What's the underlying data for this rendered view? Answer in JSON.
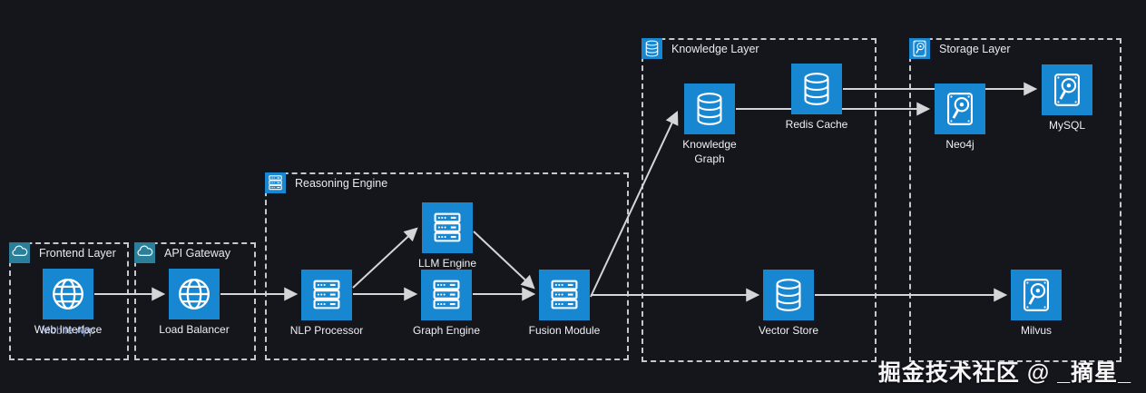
{
  "diagram": {
    "layers": {
      "frontend": {
        "label": "Frontend Layer",
        "icon": "cloud-icon"
      },
      "api": {
        "label": "API Gateway",
        "icon": "cloud-icon"
      },
      "reasoning": {
        "label": "Reasoning Engine",
        "icon": "server-icon"
      },
      "knowledge": {
        "label": "Knowledge Layer",
        "icon": "database-icon"
      },
      "storage": {
        "label": "Storage Layer",
        "icon": "disk-icon"
      }
    },
    "nodes": {
      "web": {
        "label": "Web Interface",
        "overlay_label": "Mobile App",
        "icon": "globe-icon"
      },
      "load_balancer": {
        "label": "Load Balancer",
        "icon": "globe-icon"
      },
      "nlp": {
        "label": "NLP Processor",
        "icon": "server-icon"
      },
      "llm": {
        "label": "LLM Engine",
        "icon": "server-icon"
      },
      "graph_engine": {
        "label": "Graph Engine",
        "icon": "server-icon"
      },
      "fusion": {
        "label": "Fusion Module",
        "icon": "server-icon"
      },
      "knowledge_graph": {
        "label": "Knowledge Graph",
        "icon": "database-icon"
      },
      "redis": {
        "label": "Redis Cache",
        "icon": "database-icon"
      },
      "vector_store": {
        "label": "Vector Store",
        "icon": "database-icon"
      },
      "neo4j": {
        "label": "Neo4j",
        "icon": "disk-icon"
      },
      "mysql": {
        "label": "MySQL",
        "icon": "disk-icon"
      },
      "milvus": {
        "label": "Milvus",
        "icon": "disk-icon"
      }
    },
    "watermark": "掘金技术社区 @ _摘星_",
    "colors": {
      "background": "#15151c",
      "node_blue": "#1887d2",
      "header_teal": "#2a7f9b",
      "edge_gray": "#d5d5d8",
      "dashed_border": "#c7c8cd",
      "text": "#eef0f4",
      "ghost_label": "#7d9bdd"
    }
  }
}
